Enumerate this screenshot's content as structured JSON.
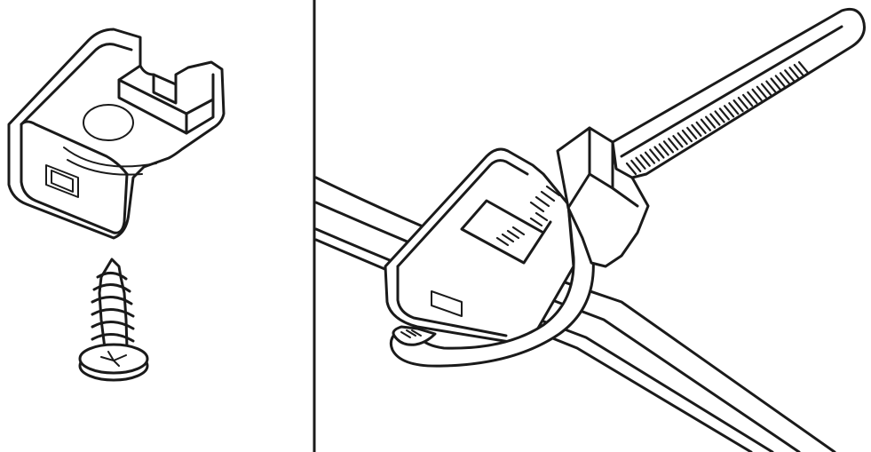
{
  "figure": {
    "panels": [
      {
        "id": "left",
        "parts": [
          "cable-tie-mount-base",
          "mounting-screw"
        ]
      },
      {
        "id": "right",
        "parts": [
          "mount-with-cable-tie",
          "cable-bundle"
        ]
      }
    ],
    "colors": {
      "line": "#1a1a1a",
      "background": "#ffffff"
    }
  }
}
